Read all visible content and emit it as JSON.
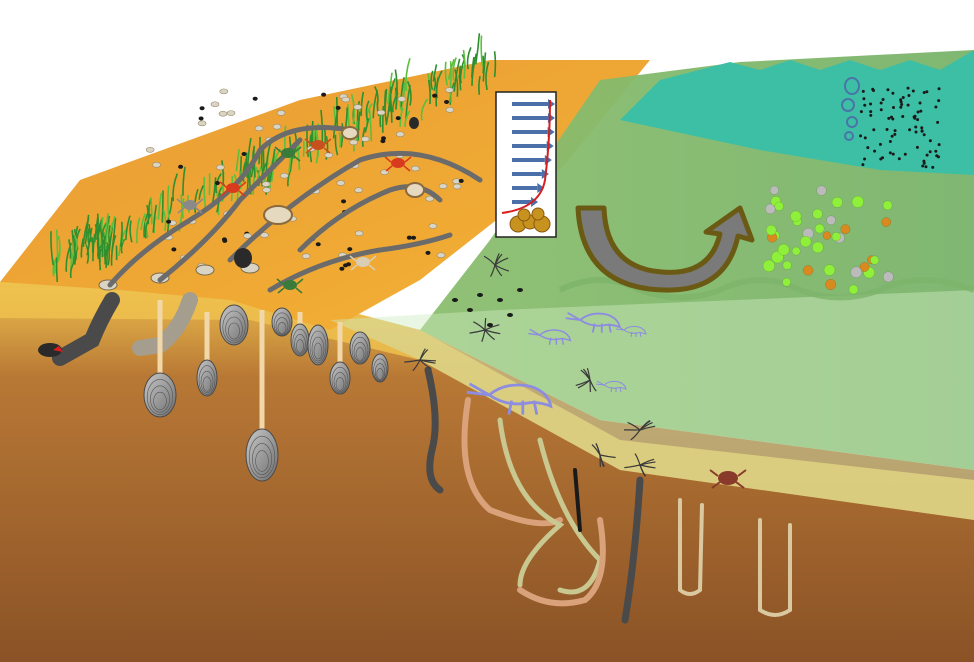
{
  "diagram": {
    "subject": "intertidal-benthic-ecosystem",
    "elements": [
      "seagrass-meadow",
      "sandflat-surface",
      "crab-burrows",
      "crabs",
      "snails",
      "bivalves",
      "worm-tubes",
      "lugworms",
      "shrimp",
      "water-column",
      "flow-profile-inset",
      "exchange-arrow",
      "suspended-particles",
      "waves"
    ]
  },
  "colors": {
    "sand_light": "#F2B233",
    "sand_mid": "#E8A33A",
    "sediment_dark": "#8E5528",
    "sediment_band": "#EFC14E",
    "water_green": "#8BBE6E",
    "water_green_light": "#A8CC8A",
    "water_teal": "#3DBFA5",
    "grass": "#3E9B3A",
    "arrow_fill": "#7A7A7A",
    "arrow_stroke": "#6B5A14",
    "particle_green": "#8EF03A",
    "particle_orange": "#D88A1E",
    "particle_grey": "#BBBBBB",
    "profile_arrow": "#4B6FA8",
    "profile_curve": "#D81E1E"
  }
}
